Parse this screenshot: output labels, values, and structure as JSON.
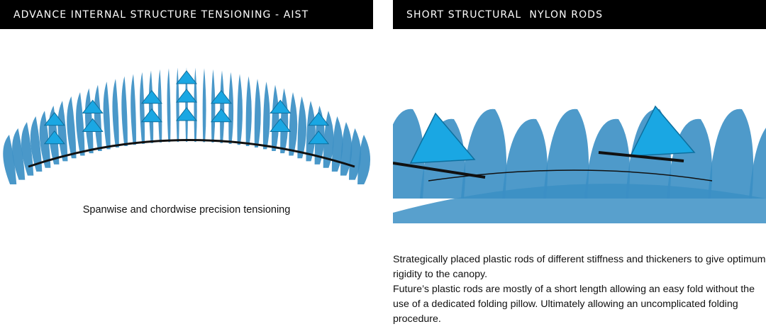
{
  "left_panel": {
    "title": "ADVANCE INTERNAL STRUCTURE TENSIONING - AIST",
    "caption": "Spanwise and chordwise precision tensioning"
  },
  "right_panel": {
    "title": "SHORT STRUCTURAL  NYLON RODS",
    "paragraphs": [
      "Strategically placed plastic rods of different stiffness and thickeners to give optimum rigidity to the canopy.",
      "Future’s plastic rods are mostly of a short length allowing an easy fold without the use of a dedicated folding pillow. Ultimately allowing an uncomplicated folding procedure."
    ]
  },
  "colors": {
    "header_background": "#000000",
    "header_text": "#ffffff",
    "canopy_rib": "#3b8fc4",
    "tension_band": "#1aa7e3",
    "rod": "#111111"
  },
  "illustrations": {
    "left": "canopy-rib-structure-front-view",
    "right": "canopy-nylon-rods-closeup"
  }
}
